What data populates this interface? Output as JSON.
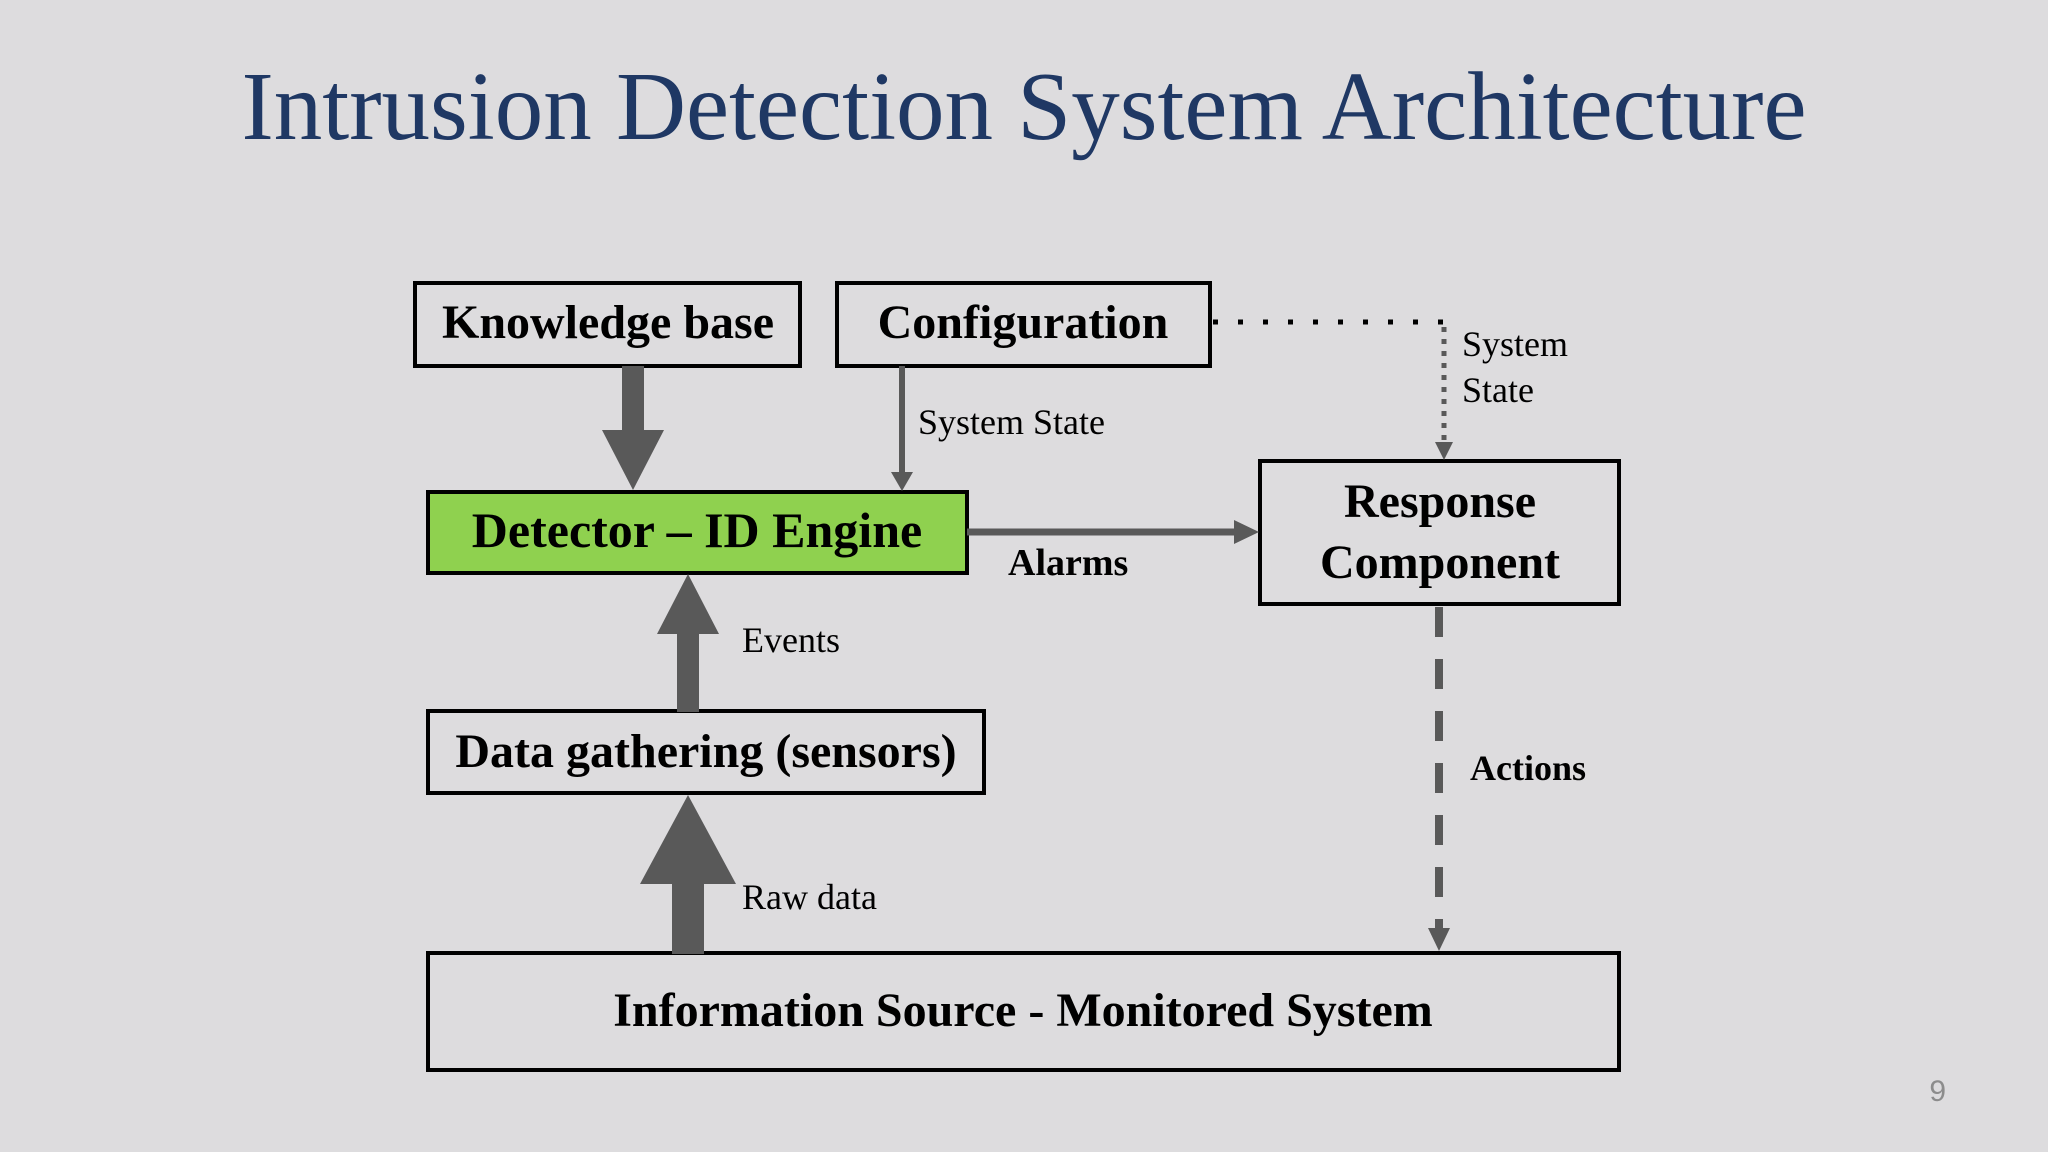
{
  "slide": {
    "title": "Intrusion Detection System Architecture",
    "page_number": "9"
  },
  "diagram": {
    "nodes": {
      "knowledge_base": "Knowledge base",
      "configuration": "Configuration",
      "detector": "Detector – ID Engine",
      "response_line1": "Response",
      "response_line2": "Component",
      "data_gathering": "Data gathering (sensors)",
      "information_source": "Information Source - Monitored System"
    },
    "edge_labels": {
      "config_to_detector": "System State",
      "config_to_response_line1": "System",
      "config_to_response_line2": "State",
      "alarms": "Alarms",
      "events": "Events",
      "raw_data": "Raw data",
      "actions": "Actions"
    },
    "colors": {
      "title": "#1f3864",
      "detector_fill": "#8fd14f",
      "arrow": "#595959",
      "box_border": "#000000",
      "background": "#dddcde"
    }
  }
}
